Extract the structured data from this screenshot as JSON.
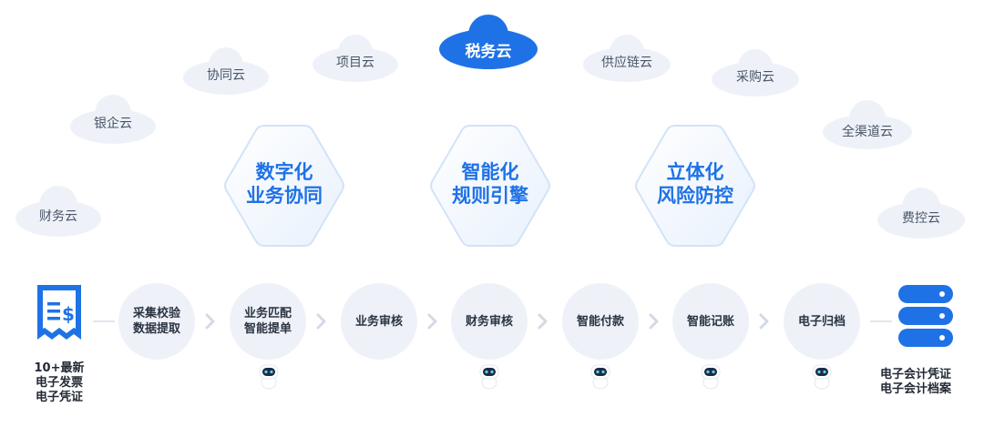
{
  "clouds": {
    "main": "税务云",
    "xiangmu": "项目云",
    "xietong": "协同云",
    "yinqi": "银企云",
    "caiwu": "财务云",
    "gongying": "供应链云",
    "caigou": "采购云",
    "quanqudao": "全渠道云",
    "feikong": "费控云"
  },
  "hexagons": [
    {
      "line1": "数字化",
      "line2": "业务协同"
    },
    {
      "line1": "智能化",
      "line2": "规则引擎"
    },
    {
      "line1": "立体化",
      "line2": "风险防控"
    }
  ],
  "input_label": {
    "line1": "10+最新",
    "line2": "电子发票",
    "line3": "电子凭证"
  },
  "steps": [
    {
      "line1": "采集校验",
      "line2": "数据提取"
    },
    {
      "line1": "业务匹配",
      "line2": "智能提单"
    },
    {
      "line1": "业务审核",
      "line2": ""
    },
    {
      "line1": "财务审核",
      "line2": ""
    },
    {
      "line1": "智能付款",
      "line2": ""
    },
    {
      "line1": "智能记账",
      "line2": ""
    },
    {
      "line1": "电子归档",
      "line2": ""
    }
  ],
  "output_label": {
    "line1": "电子会计凭证",
    "line2": "电子会计档案"
  },
  "colors": {
    "accent": "#1f72e6",
    "cloud": "#eef2f8",
    "text": "#2b3442"
  },
  "icons": {
    "input": "receipt-icon",
    "output": "database-icon",
    "assistant": "robot-icon"
  }
}
